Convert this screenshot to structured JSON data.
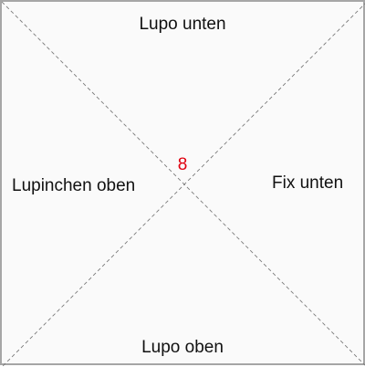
{
  "labels": {
    "top": "Lupo unten",
    "left": "Lupinchen oben",
    "right": "Fix unten",
    "bottom": "Lupo oben"
  },
  "center": {
    "value": "8",
    "color": "#e0000f"
  },
  "colors": {
    "background": "#fafafa",
    "border": "#a6a6a6",
    "diagonal": "#7a7a7a",
    "text": "#111111"
  }
}
